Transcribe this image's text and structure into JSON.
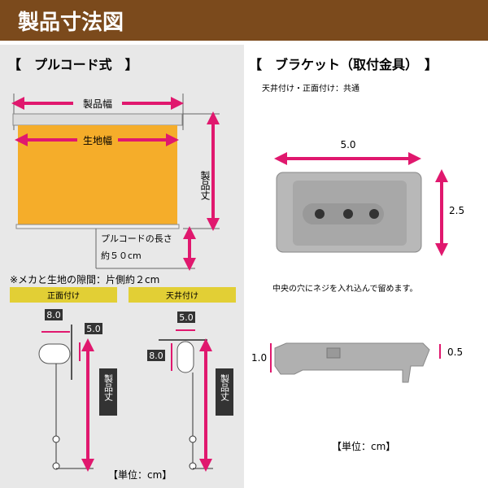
{
  "title": "製品寸法図",
  "left": {
    "section_title": "【　プルコード式　】",
    "product_width": "製品幅",
    "fabric_width": "生地幅",
    "product_height": "製品丈",
    "cord_length_line1": "プルコードの長さ",
    "cord_length_line2": "約５０cm",
    "gap_note": "※メカと生地の隙間：片側約２cm",
    "front_mount": {
      "label": "正面付け",
      "depth": "8.0",
      "bracket": "5.0",
      "height_label": "製品丈"
    },
    "ceiling_mount": {
      "label": "天井付け",
      "bracket": "5.0",
      "depth": "8.0",
      "height_label": "製品丈"
    },
    "unit": "【単位：cm】"
  },
  "right": {
    "section_title": "【　ブラケット（取付金具）　】",
    "subtitle": "天井付け・正面付け：共通",
    "bracket_width": "5.0",
    "bracket_height": "2.5",
    "screw_note": "中央の穴にネジを入れ込んで留めます。",
    "side_height": "1.0",
    "side_step": "0.5",
    "unit": "【単位：cm】"
  },
  "colors": {
    "header": "#7b4a1c",
    "accent": "#e0186e",
    "fabric": "#f5ad2a",
    "label_bar": "#e2cf35"
  }
}
